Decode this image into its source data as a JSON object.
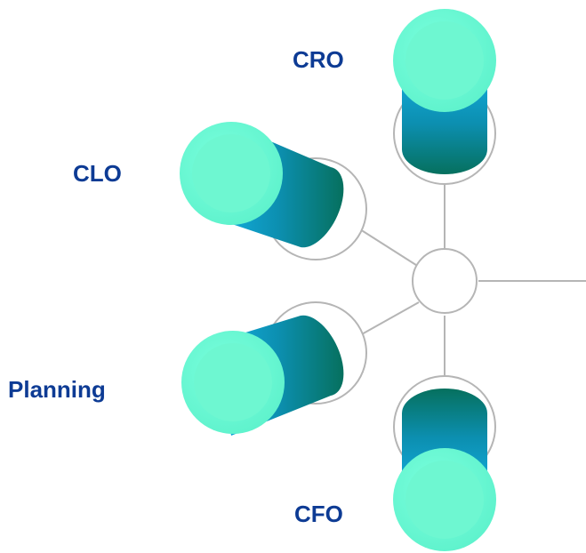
{
  "diagram": {
    "nodes": [
      {
        "id": "cro",
        "label": "CRO"
      },
      {
        "id": "clo",
        "label": "CLO"
      },
      {
        "id": "planning",
        "label": "Planning"
      },
      {
        "id": "cfo",
        "label": "CFO"
      }
    ],
    "colors": {
      "connector": "#b5b5b5",
      "label": "#0d3b94",
      "cylinder_top": "#6dfcd6",
      "cylinder_dark": "#06705e",
      "cylinder_mid": "#14b0e4"
    }
  }
}
